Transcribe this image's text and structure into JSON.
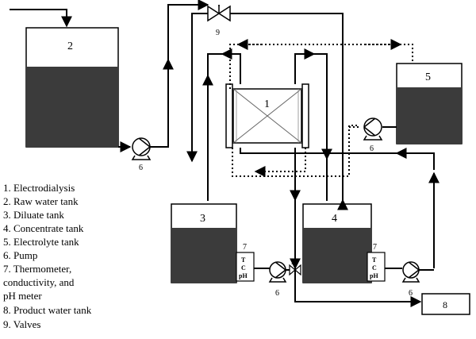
{
  "labels": {
    "tank_raw": "2",
    "pump_raw": "6",
    "valve_top": "9",
    "ed_unit": "1",
    "tank_electrolyte": "5",
    "pump_electrolyte": "6",
    "tank_dilute": "3",
    "tank_concentrate": "4",
    "meter_left_num": "7",
    "meter_right_num": "7",
    "pump_dilute": "6",
    "pump_concentrate": "6",
    "valve_mid": "9",
    "product_tank": "8"
  },
  "meter_text": [
    "T",
    "C",
    "pH"
  ],
  "legend": [
    "1.   Electrodialysis",
    "2.   Raw water tank",
    "3.   Diluate tank",
    "4.   Concentrate tank",
    "5.   Electrolyte tank",
    "6.   Pump",
    "7.   Thermometer,",
    "       conductivity, and",
    "       pH meter",
    "8.   Product water tank",
    "9.   Valves"
  ],
  "colors": {
    "liquid": "#3b3b3b",
    "line": "#000000"
  }
}
